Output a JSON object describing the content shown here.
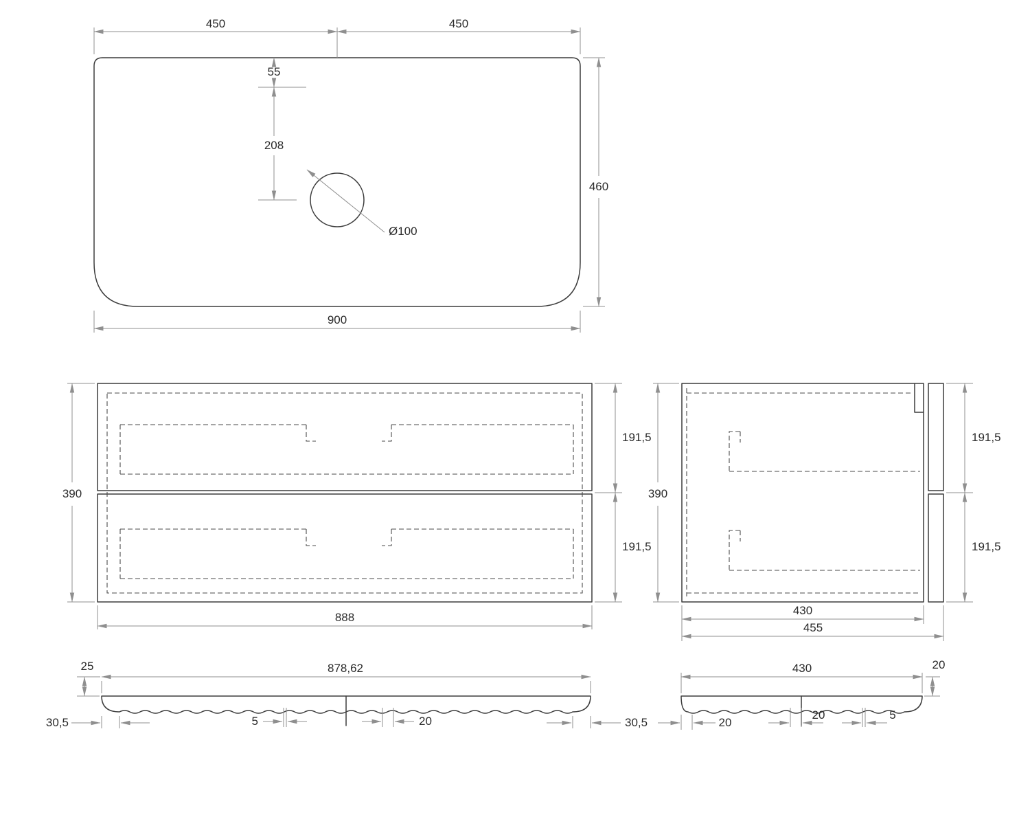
{
  "meta": {
    "background_color": "#ffffff",
    "object_line_color": "#3c3c3c",
    "hidden_line_color": "#4a4a4a",
    "dimension_line_color": "#8f8f8f",
    "text_color": "#2b2b2b"
  },
  "top_view": {
    "dim_width_left_half": "450",
    "dim_width_right_half": "450",
    "dim_hole_edge_offset": "55",
    "dim_hole_center_offset": "208",
    "dim_hole_diameter": "Ø100",
    "dim_depth": "460",
    "dim_width_total": "900"
  },
  "front_view": {
    "dim_height_total": "390",
    "dim_drawer_top": "191,5",
    "dim_drawer_bottom": "191,5",
    "dim_width": "888"
  },
  "side_view": {
    "dim_height_total": "390",
    "dim_drawer_top": "191,5",
    "dim_drawer_bottom": "191,5",
    "dim_depth_body": "430",
    "dim_depth_total": "455"
  },
  "front_section": {
    "dim_offset_25": "25",
    "dim_width": "878,62",
    "dim_end_left": "30,5",
    "dim_end_right": "30,5",
    "dim_wave_gap": "5",
    "dim_wave_pitch": "20"
  },
  "side_section": {
    "dim_depth": "430",
    "dim_thickness": "20",
    "dim_edge_left": "20",
    "dim_wave_pitch": "20",
    "dim_wave_gap": "5"
  }
}
